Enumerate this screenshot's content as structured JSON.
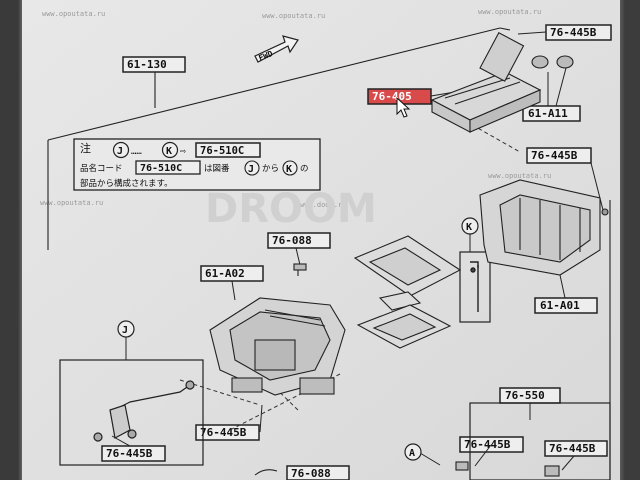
{
  "watermarks": {
    "top_left": "www.opoutata.ru",
    "top_center": "www.opoutata.ru",
    "top_right": "www.opoutata.ru",
    "mid_left": "www.opoutata.ru",
    "mid_center": "www.doom.ru",
    "mid_right": "www.opoutata.ru",
    "center_logo": "DROOM"
  },
  "direction_label": "FWD",
  "labels": {
    "top_frame": "61-130",
    "top_right_clip": "76-445B",
    "highlight": "76-405",
    "right_upper": "61-A11",
    "right_mid": "76-445B",
    "right_lower": "61-A01",
    "center_small": "76-088",
    "heater_unit": "61-A02",
    "bottom_left": "76-445B",
    "bottom_center": "76-445B",
    "bottom_right_box": "76-550",
    "bottom_small": "76-088",
    "bottom_right_a": "76-445B",
    "bottom_right_b": "76-445B"
  },
  "callouts": {
    "J": "J",
    "K": "K",
    "A": "A"
  },
  "note": {
    "marker": "注",
    "part_code": "76-510C",
    "line1_prefix": "品名コード",
    "line1_code": "76-510C",
    "line1_mid": "は図番",
    "line1_j": "J",
    "line1_to": "から",
    "line1_k": "K",
    "line1_end": "の",
    "line2": "部品から構成されます。",
    "dots": "……"
  },
  "colors": {
    "paper": "#e4e4e4",
    "ink": "#1a1a1a",
    "highlight": "#d94a4a"
  }
}
